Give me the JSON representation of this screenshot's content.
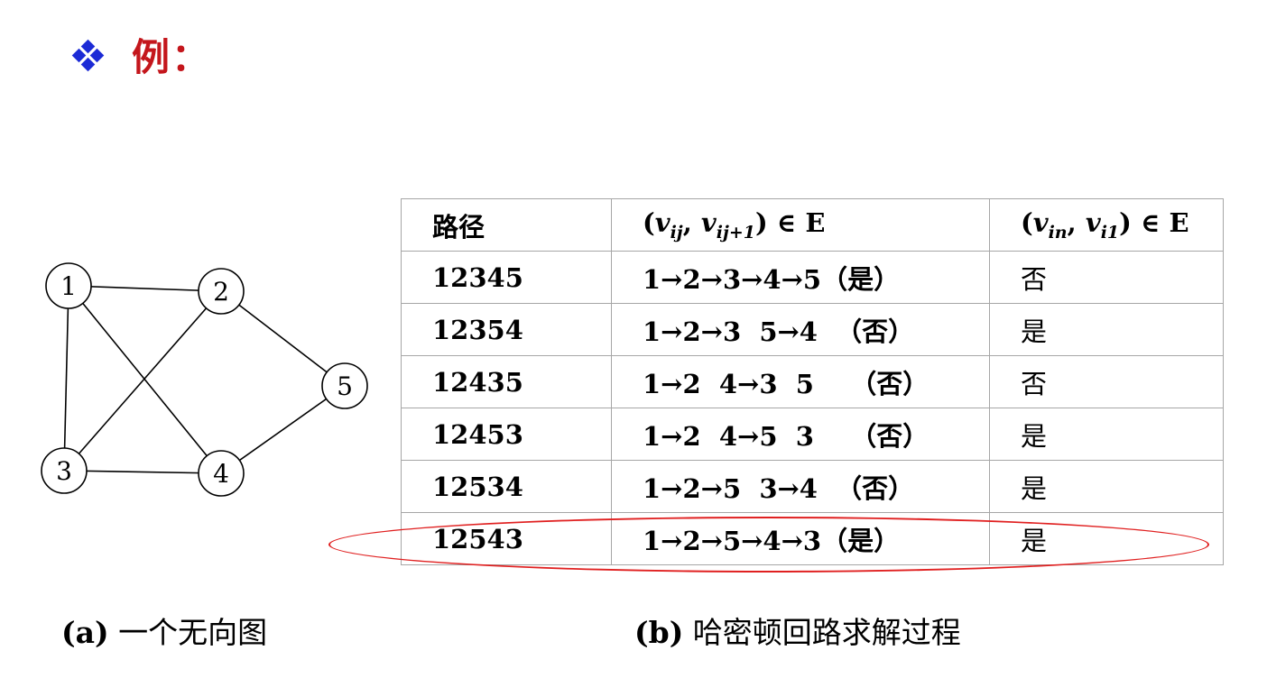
{
  "heading": {
    "text": "例：",
    "color": "#c4161c",
    "bullet_icon": "diamond-cluster-icon",
    "bullet_color": "#1c2bd6"
  },
  "graph": {
    "nodes": [
      {
        "id": "1",
        "label": "1"
      },
      {
        "id": "2",
        "label": "2"
      },
      {
        "id": "3",
        "label": "3"
      },
      {
        "id": "4",
        "label": "4"
      },
      {
        "id": "5",
        "label": "5"
      }
    ],
    "edges": [
      [
        "1",
        "2"
      ],
      [
        "1",
        "3"
      ],
      [
        "1",
        "4"
      ],
      [
        "2",
        "3"
      ],
      [
        "2",
        "5"
      ],
      [
        "3",
        "4"
      ],
      [
        "4",
        "5"
      ]
    ]
  },
  "table": {
    "headers": {
      "path": "路径",
      "edges_open": "(",
      "edges_v1": "v",
      "edges_sub1": "ij",
      "edges_mid": ", ",
      "edges_v2": "v",
      "edges_sub2": "ij+1",
      "edges_close": ") ∈ E",
      "close_open": "(",
      "close_v1": "v",
      "close_sub1": "in",
      "close_mid": ", ",
      "close_v2": "v",
      "close_sub2": "i1",
      "close_close": ") ∈ E"
    },
    "rows": [
      {
        "path": "12345",
        "edges": "1→2→3→4→5（是）",
        "closed": "否"
      },
      {
        "path": "12354",
        "edges": "1→2→3  5→4  （否）",
        "closed": "是"
      },
      {
        "path": "12435",
        "edges": "1→2  4→3  5    （否）",
        "closed": "否"
      },
      {
        "path": "12453",
        "edges": "1→2  4→5  3    （否）",
        "closed": "是"
      },
      {
        "path": "12534",
        "edges": "1→2→5  3→4  （否）",
        "closed": "是"
      },
      {
        "path": "12543",
        "edges": "1→2→5→4→3（是）",
        "closed": "是"
      }
    ],
    "highlight_color": "#e02020"
  },
  "captions": {
    "a_tag": "(a)",
    "a_text": " 一个无向图",
    "b_tag": "(b)",
    "b_text": " 哈密顿回路求解过程"
  }
}
